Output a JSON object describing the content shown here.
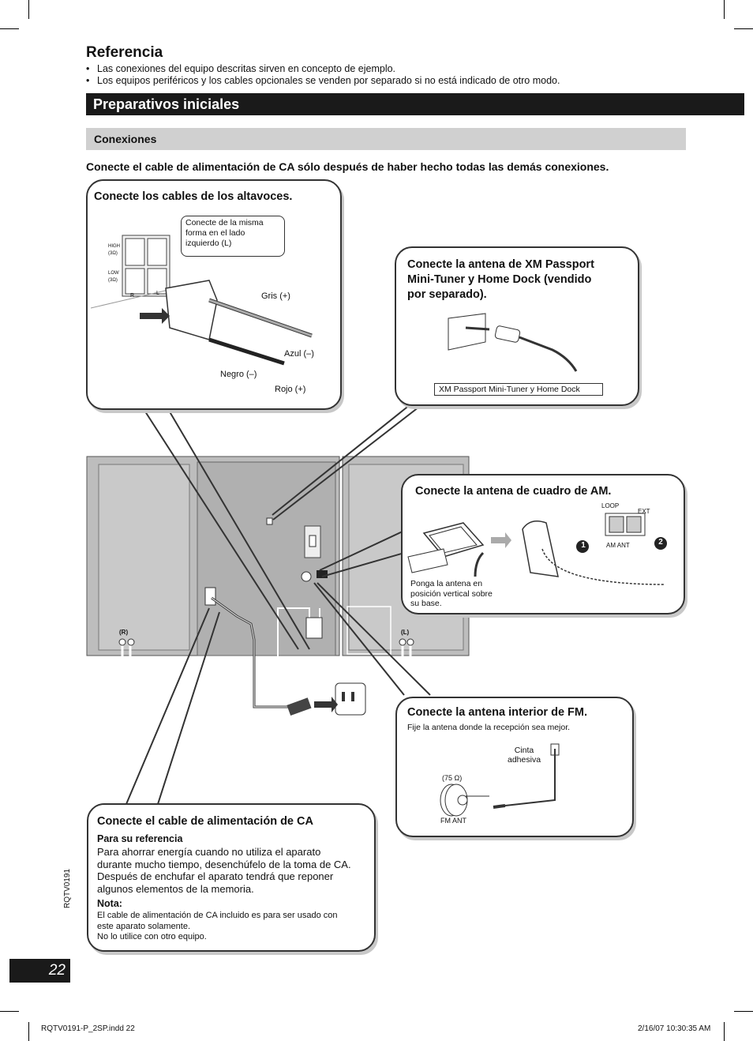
{
  "heading": "Referencia",
  "bullets": [
    "Las conexiones del equipo descritas sirven en concepto de ejemplo.",
    "Los equipos periféricos y los cables opcionales se venden por separado si no está indicado de otro modo."
  ],
  "section_title": "Preparativos iniciales",
  "subsection_title": "Conexiones",
  "warning": "Conecte el cable de alimentación de CA sólo después de haber hecho todas las demás conexiones.",
  "speakers": {
    "title": "Conecte los cables de los altavoces.",
    "note": [
      "Conecte de la misma",
      "forma en el lado",
      "izquierdo (L)"
    ],
    "gray": "Gris (+)",
    "blue": "Azul (–)",
    "black": "Negro (–)",
    "red": "Rojo (+)",
    "high": "HIGH",
    "high_ohm": "(3Ω)",
    "low": "LOW",
    "low_ohm": "(3Ω)",
    "r": "R",
    "l": "L"
  },
  "xm": {
    "title": [
      "Conecte la antena de XM Passport",
      "Mini-Tuner y Home Dock (vendido",
      "por separado)."
    ],
    "label": "XM Passport Mini-Tuner y Home Dock"
  },
  "am": {
    "title": "Conecte la antena de cuadro de AM.",
    "note": [
      "Ponga la antena en",
      "posición vertical sobre",
      "su base."
    ],
    "loop": "LOOP",
    "ext": "EXT",
    "am_ant": "AM ANT",
    "step1": "1",
    "step2": "2"
  },
  "fm": {
    "title": "Conecte la antena interior de FM.",
    "subtitle": "Fije la antena donde la recepción sea mejor.",
    "tape": [
      "Cinta",
      "adhesiva"
    ],
    "ohm": "(75 Ω)",
    "fm_ant": "FM ANT"
  },
  "device": {
    "r": "(R)",
    "l": "(L)"
  },
  "ac": {
    "title": "Conecte el cable de alimentación de CA",
    "ref_heading": "Para su referencia",
    "ref_lines": [
      "Para ahorrar energía cuando no utiliza el aparato",
      "durante mucho tiempo, desenchúfelo de la toma de CA.",
      "Después de enchufar el aparato tendrá que reponer",
      "algunos elementos de la memoria."
    ],
    "note_heading": "Nota:",
    "note_lines": [
      "El cable de alimentación de CA incluido es para ser usado con",
      "este aparato solamente.",
      "No lo utilice con otro equipo."
    ]
  },
  "side_code": "RQTV0191",
  "page_number": "22",
  "footer_left": "RQTV0191-P_2SP.indd   22",
  "footer_right": "2/16/07   10:30:35 AM"
}
